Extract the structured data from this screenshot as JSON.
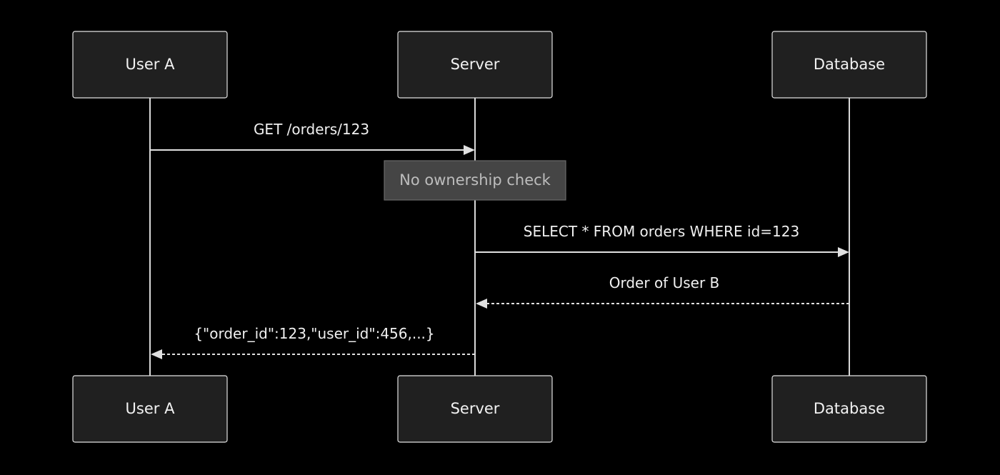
{
  "participants": [
    {
      "id": "user-a",
      "label": "User A"
    },
    {
      "id": "server",
      "label": "Server"
    },
    {
      "id": "database",
      "label": "Database"
    }
  ],
  "messages": [
    {
      "from": "user-a",
      "to": "server",
      "label": "GET /orders/123",
      "style": "solid"
    },
    {
      "from": "server",
      "to": "database",
      "label": "SELECT * FROM orders WHERE id=123",
      "style": "solid"
    },
    {
      "from": "database",
      "to": "server",
      "label": "Order of User B",
      "style": "dashed"
    },
    {
      "from": "server",
      "to": "user-a",
      "label": "{\"order_id\":123,\"user_id\":456,...}",
      "style": "dashed"
    }
  ],
  "note": {
    "over": "server",
    "label": "No ownership check"
  },
  "colors": {
    "background": "#000000",
    "actor_fill": "#202020",
    "actor_border": "#e3e3e3",
    "line": "#e0e0e0",
    "note_fill": "#454545",
    "note_text": "#bdbdbd"
  }
}
